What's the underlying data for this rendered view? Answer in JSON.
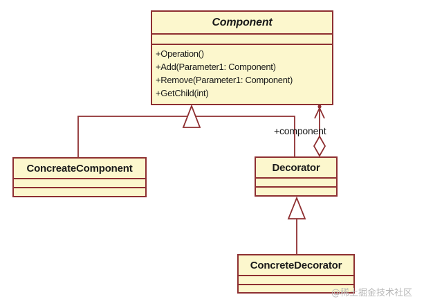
{
  "diagram": {
    "type": "uml-class-diagram",
    "classes": [
      {
        "id": "component",
        "name": "Component",
        "abstract": true,
        "attributes": [],
        "methods": [
          "+Operation()",
          "+Add(Parameter1: Component)",
          "+Remove(Parameter1: Component)",
          "+GetChild(int)"
        ]
      },
      {
        "id": "concreate-component",
        "name": "ConcreateComponent",
        "abstract": false,
        "attributes": [],
        "methods": []
      },
      {
        "id": "decorator",
        "name": "Decorator",
        "abstract": false,
        "attributes": [],
        "methods": []
      },
      {
        "id": "concrete-decorator",
        "name": "ConcreteDecorator",
        "abstract": false,
        "attributes": [],
        "methods": []
      }
    ],
    "relationships": [
      {
        "from": "ConcreateComponent",
        "to": "Component",
        "type": "generalization"
      },
      {
        "from": "Decorator",
        "to": "Component",
        "type": "generalization"
      },
      {
        "from": "Decorator",
        "to": "Component",
        "type": "aggregation",
        "label": "+component"
      },
      {
        "from": "ConcreteDecorator",
        "to": "Decorator",
        "type": "generalization"
      }
    ],
    "colors": {
      "box_fill": "#fcf7cd",
      "box_border": "#8e2f31",
      "connector": "#8e2f31",
      "text": "#1a1a1a",
      "watermark": "#b8b8b8"
    }
  },
  "watermark": "@稀土掘金技术社区"
}
